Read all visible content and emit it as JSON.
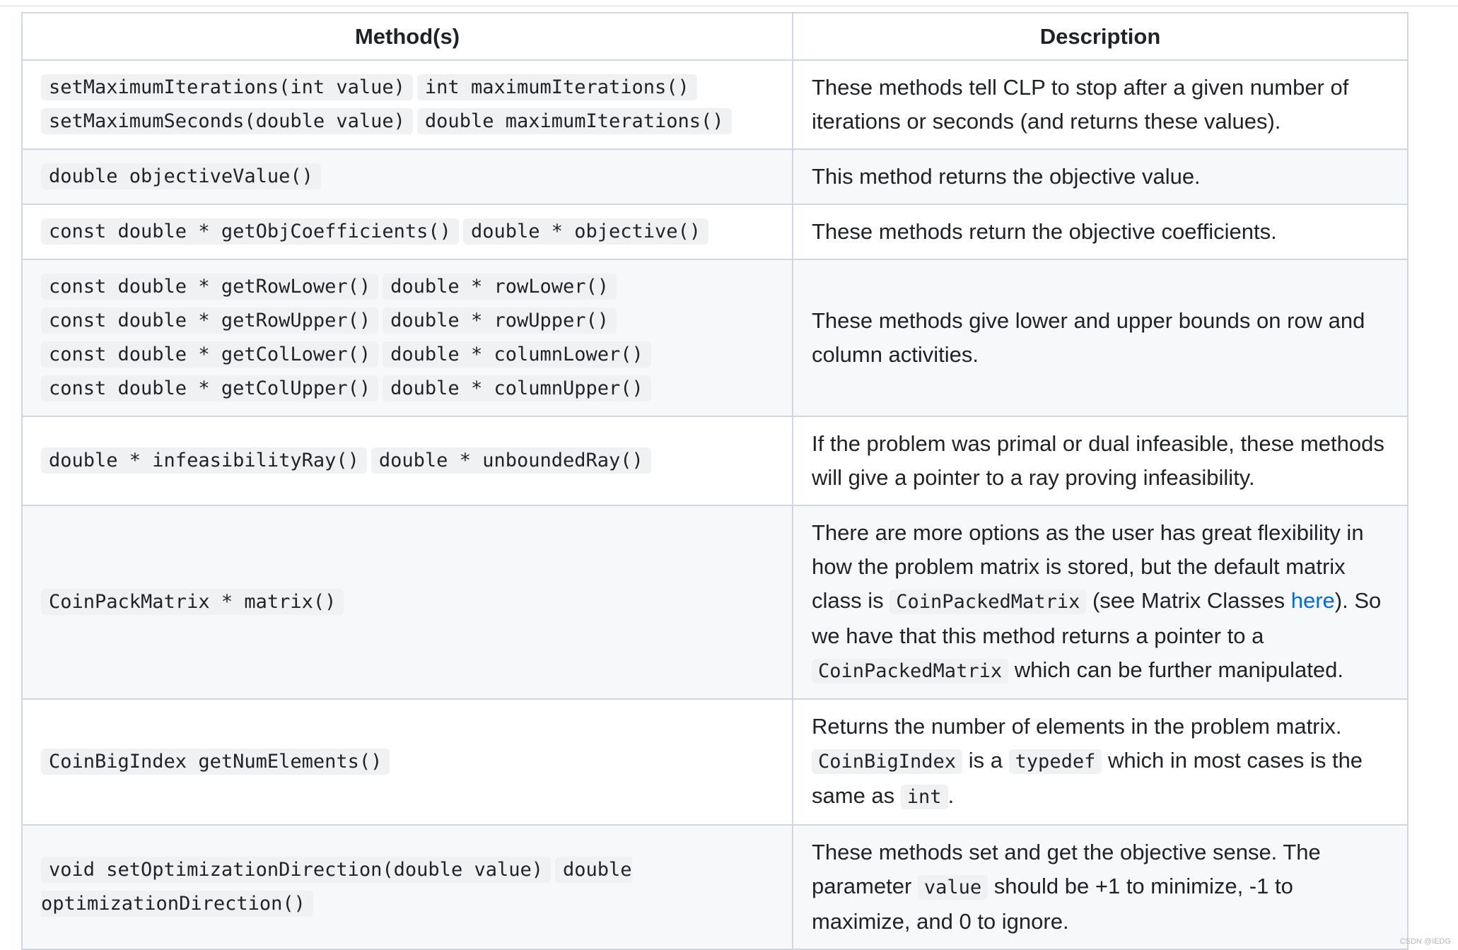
{
  "table": {
    "headers": [
      "Method(s)",
      "Description"
    ],
    "rows": [
      {
        "methods": [
          "setMaximumIterations(int value)",
          "int maximumIterations()",
          "setMaximumSeconds(double value)",
          "double maximumIterations()"
        ],
        "description": "These methods tell CLP to stop after a given number of iterations or seconds (and returns these values)."
      },
      {
        "methods": [
          "double objectiveValue()"
        ],
        "description": "This method returns the objective value."
      },
      {
        "methods": [
          "const double * getObjCoefficients()",
          "double * objective()"
        ],
        "description": "These methods return the objective coefficients."
      },
      {
        "methods": [
          "const double * getRowLower()",
          "double * rowLower()",
          "const double * getRowUpper()",
          "double * rowUpper()",
          "const double * getColLower()",
          "double * columnLower()",
          "const double * getColUpper()",
          "double * columnUpper()"
        ],
        "description": "These methods give lower and upper bounds on row and column activities."
      },
      {
        "methods": [
          "double * infeasibilityRay()",
          "double * unboundedRay()"
        ],
        "description": "If the problem was primal or dual infeasible, these methods will give a pointer to a ray proving infeasibility."
      },
      {
        "methods": [
          "CoinPackMatrix * matrix()"
        ],
        "description_parts": {
          "t1": "There are more options as the user has great flexibility in how the problem matrix is stored, but the default matrix class is ",
          "c1": "CoinPackedMatrix",
          "t2": " (see Matrix Classes ",
          "link": "here",
          "t3": "). So we have that this method returns a pointer to a ",
          "c2": "CoinPackedMatrix",
          "t4": " which can be further manipulated."
        }
      },
      {
        "methods": [
          "CoinBigIndex getNumElements()"
        ],
        "description_parts": {
          "t1": "Returns the number of elements in the problem matrix. ",
          "c1": "CoinBigIndex",
          "t2": " is a ",
          "c2": "typedef",
          "t3": " which in most cases is the same as ",
          "c3": "int",
          "t4": "."
        }
      },
      {
        "methods": [
          "void setOptimizationDirection(double value)",
          "double optimizationDirection()"
        ],
        "description_parts": {
          "t1": "These methods set and get the objective sense. The parameter ",
          "c1": "value",
          "t2": " should be +1 to minimize, -1 to maximize, and 0 to ignore."
        }
      }
    ]
  },
  "watermark": "CSDN @IEDG"
}
